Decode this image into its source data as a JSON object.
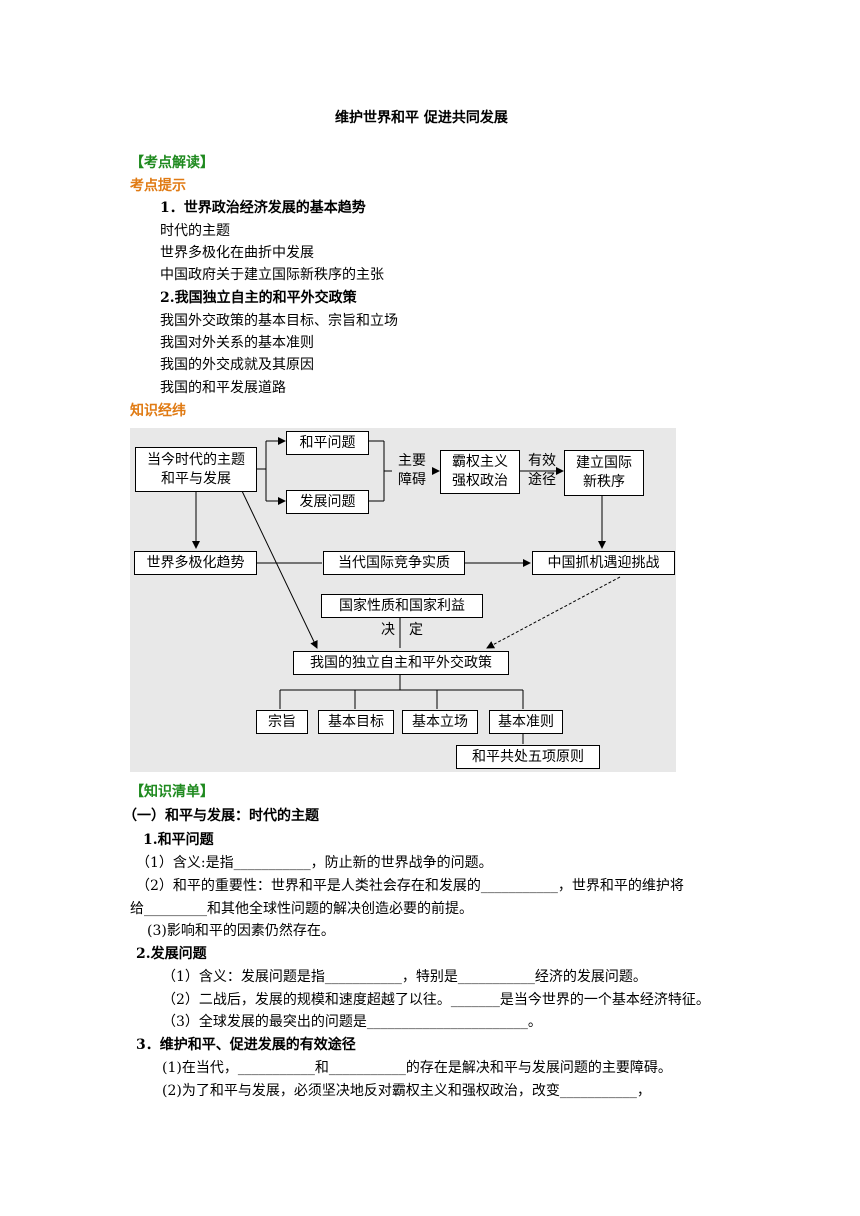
{
  "title": "维护世界和平 促进共同发展",
  "sec1": "【考点解读】",
  "sub1": "考点提示",
  "hints": {
    "h1": "1．世界政治经济发展的基本趋势",
    "h1_items": [
      "时代的主题",
      "世界多极化在曲折中发展",
      "中国政府关于建立国际新秩序的主张"
    ],
    "h2": "2.我国独立自主的和平外交政策",
    "h2_items": [
      "我国外交政策的基本目标、宗旨和立场",
      "我国对外关系的基本准则",
      "我国的外交成就及其原因",
      "我国的和平发展道路"
    ]
  },
  "sub2": "知识经纬",
  "diagram": {
    "theme": [
      "当今时代的主题",
      "和平与发展"
    ],
    "peace": "和平问题",
    "develop": "发展问题",
    "main_obstacle": [
      "主要",
      "障碍"
    ],
    "hegemony": [
      "霸权主义",
      "强权政治"
    ],
    "effective": [
      "有效",
      "途径"
    ],
    "new_order": [
      "建立国际",
      "新秩序"
    ],
    "multipolar": "世界多极化趋势",
    "competition": "当代国际竞争实质",
    "china_chance": "中国抓机遇迎挑战",
    "nature": "国家性质和国家利益",
    "decide": "决　定",
    "policy": "我国的独立自主和平外交政策",
    "purpose": "宗旨",
    "goal": "基本目标",
    "stance": "基本立场",
    "norm": "基本准则",
    "five": "和平共处五项原则"
  },
  "sec2": "【知识清单】",
  "list": {
    "part1": "（一）和平与发展：时代的主题",
    "q1": "1.和平问题",
    "q1_1": "（1）含义:是指___________，防止新的世界战争的问题。",
    "q1_2a": "（2）和平的重要性：世界和平是人类社会存在和发展的___________，世界和平的维护将",
    "q1_2b": "给_________和其他全球性问题的解决创造必要的前提。",
    "q1_3": "(3)影响和平的因素仍然存在。",
    "q2": "2.发展问题",
    "q2_1": "（1）含义：发展问题是指___________，特别是___________经济的发展问题。",
    "q2_2": "（2）二战后，发展的规模和速度超越了以往。_______是当今世界的一个基本经济特征。",
    "q2_3": "（3）全球发展的最突出的问题是_______________________。",
    "q3": "3．维护和平、促进发展的有效途径",
    "q3_1": "(1)在当代，___________和___________的存在是解决和平与发展问题的主要障碍。",
    "q3_2": "(2)为了和平与发展，必须坚决地反对霸权主义和强权政治，改变___________，"
  }
}
